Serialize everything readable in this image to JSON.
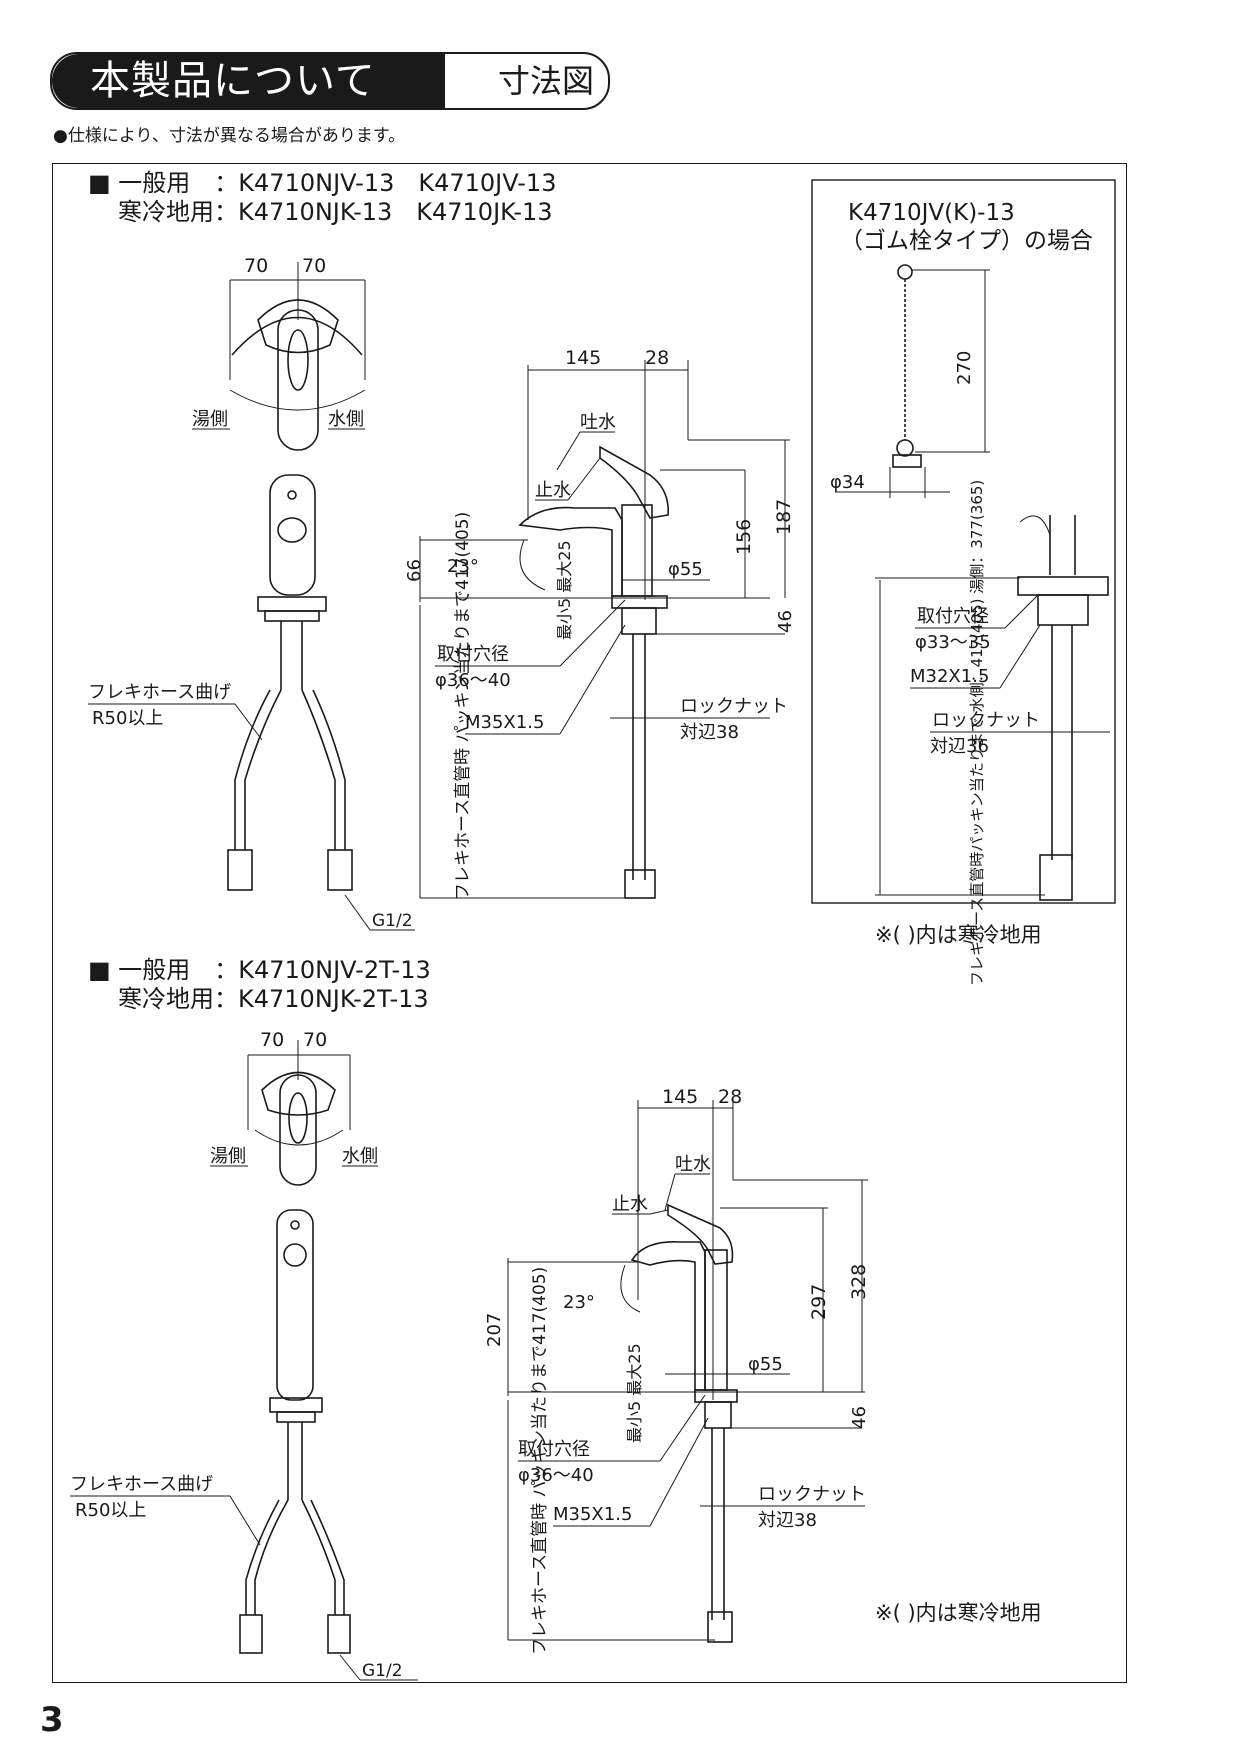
{
  "header": {
    "title": "本製品について",
    "subtitle": "寸法図"
  },
  "note": "●仕様により、寸法が異なる場合があります。",
  "page_number": "3",
  "section1": {
    "line1": "■ 一般用　：K4710NJV-13　K4710JV-13",
    "line2": "寒冷地用：K4710NJK-13　K4710JK-13",
    "top_w1": "70",
    "top_w2": "70",
    "hot": "湯側",
    "cold": "水側",
    "hose_bend": "フレキホース曲げ",
    "hose_r": "R50以上",
    "g12": "G1/2",
    "d145": "145",
    "d28": "28",
    "spout": "吐水",
    "stop": "止水",
    "angle": "23°",
    "d66": "66",
    "d156": "156",
    "d187": "187",
    "phi55": "φ55",
    "d46": "46",
    "min_max": "最小5 最大25",
    "hole_label": "取付穴径",
    "hole_val": "φ36～40",
    "thread": "M35X1.5",
    "locknut": "ロックナット",
    "locknut_size": "対辺38",
    "vertical_note": "フレキホース直管時 パッキン当たりまで417(405)"
  },
  "inset": {
    "title1": "K4710JV(K)-13",
    "title2": "（ゴム栓タイプ）の場合",
    "d270": "270",
    "phi34": "φ34",
    "hole_label": "取付穴径",
    "hole_val": "φ33～35",
    "thread": "M32X1.5",
    "locknut": "ロックナット",
    "locknut_size": "対辺36",
    "vertical_note": "フレキホース直管時パッキン当たりまで 水側：417(405) 湯側：377(365)"
  },
  "cold_note": "※( )内は寒冷地用",
  "section2": {
    "line1": "■ 一般用　：K4710NJV-2T-13",
    "line2": "寒冷地用：K4710NJK-2T-13",
    "top_w1": "70",
    "top_w2": "70",
    "hot": "湯側",
    "cold": "水側",
    "hose_bend": "フレキホース曲げ",
    "hose_r": "R50以上",
    "g12": "G1/2",
    "d145": "145",
    "d28": "28",
    "spout": "吐水",
    "stop": "止水",
    "angle": "23°",
    "d207": "207",
    "d297": "297",
    "d328": "328",
    "phi55": "φ55",
    "d46": "46",
    "min_max": "最小5 最大25",
    "hole_label": "取付穴径",
    "hole_val": "φ36～40",
    "thread": "M35X1.5",
    "locknut": "ロックナット",
    "locknut_size": "対辺38",
    "vertical_note": "フレキホース直管時 パッキン当たりまで417(405)"
  },
  "cold_note2": "※( )内は寒冷地用"
}
